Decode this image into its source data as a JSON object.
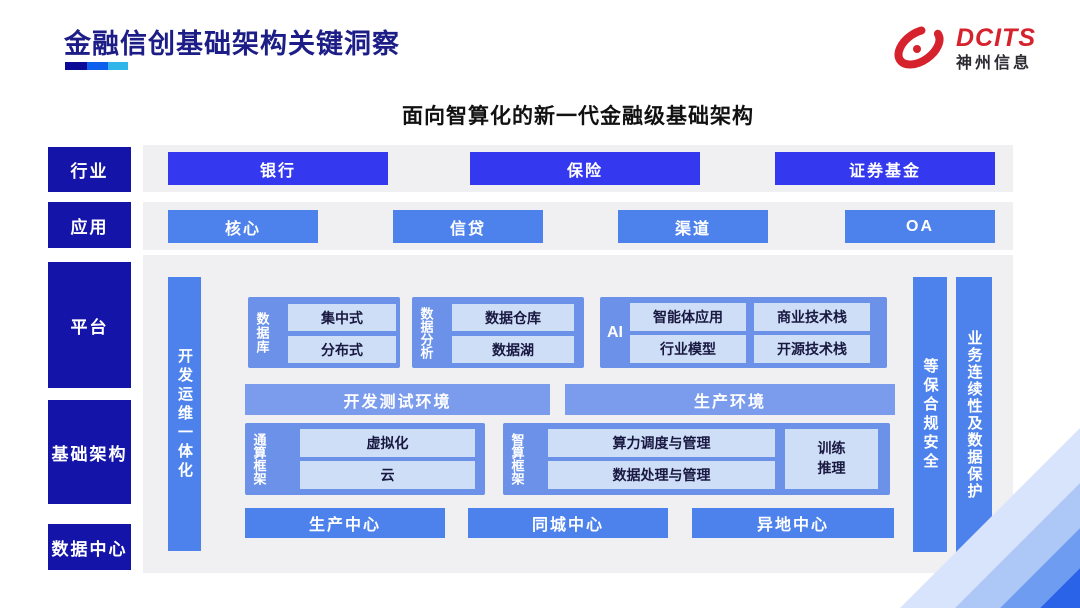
{
  "header": {
    "title": "金融信创基础架构关键洞察",
    "logo_brand": "DCITS",
    "logo_company": "神州信息"
  },
  "diagram": {
    "subtitle": "面向智算化的新一代金融级基础架构",
    "sidebar": {
      "industry": "行业",
      "application": "应用",
      "platform": "平台",
      "infrastructure": "基础架构",
      "datacenter": "数据中心"
    },
    "industry_row": [
      "银行",
      "保险",
      "证券基金"
    ],
    "application_row": [
      "核心",
      "信贷",
      "渠道",
      "OA"
    ],
    "devops_bar": "开发运维一体化",
    "database_group": {
      "label": "数据库",
      "items": [
        "集中式",
        "分布式"
      ]
    },
    "analytics_group": {
      "label": "数据分析",
      "items": [
        "数据仓库",
        "数据湖"
      ]
    },
    "ai_group": {
      "label": "AI",
      "items": [
        "智能体应用",
        "商业技术栈",
        "行业模型",
        "开源技术栈"
      ]
    },
    "env_bars": [
      "开发测试环境",
      "生产环境"
    ],
    "general_compute_group": {
      "label": "通算框架",
      "items": [
        "虚拟化",
        "云"
      ]
    },
    "ai_compute_group": {
      "label": "智算框架",
      "items": [
        "算力调度与管理",
        "数据处理与管理"
      ],
      "side_box": "训练\n推理"
    },
    "centers": [
      "生产中心",
      "同城中心",
      "异地中心"
    ],
    "security_bar": "等保合规安全",
    "continuity_bar": "业务连续性及数据保护"
  },
  "colors": {
    "sidebar_navy": "#1414a8",
    "industry_button_indigo": "#3439ef",
    "application_button_blue": "#4d82ec",
    "group_blue": "#6b91e9",
    "env_bar_blue": "#7b9ced",
    "inner_box_light_blue": "#cfdef7",
    "panel_gray": "#f0f0f3",
    "title_navy": "#1d1d87",
    "logo_red": "#d6222c"
  }
}
